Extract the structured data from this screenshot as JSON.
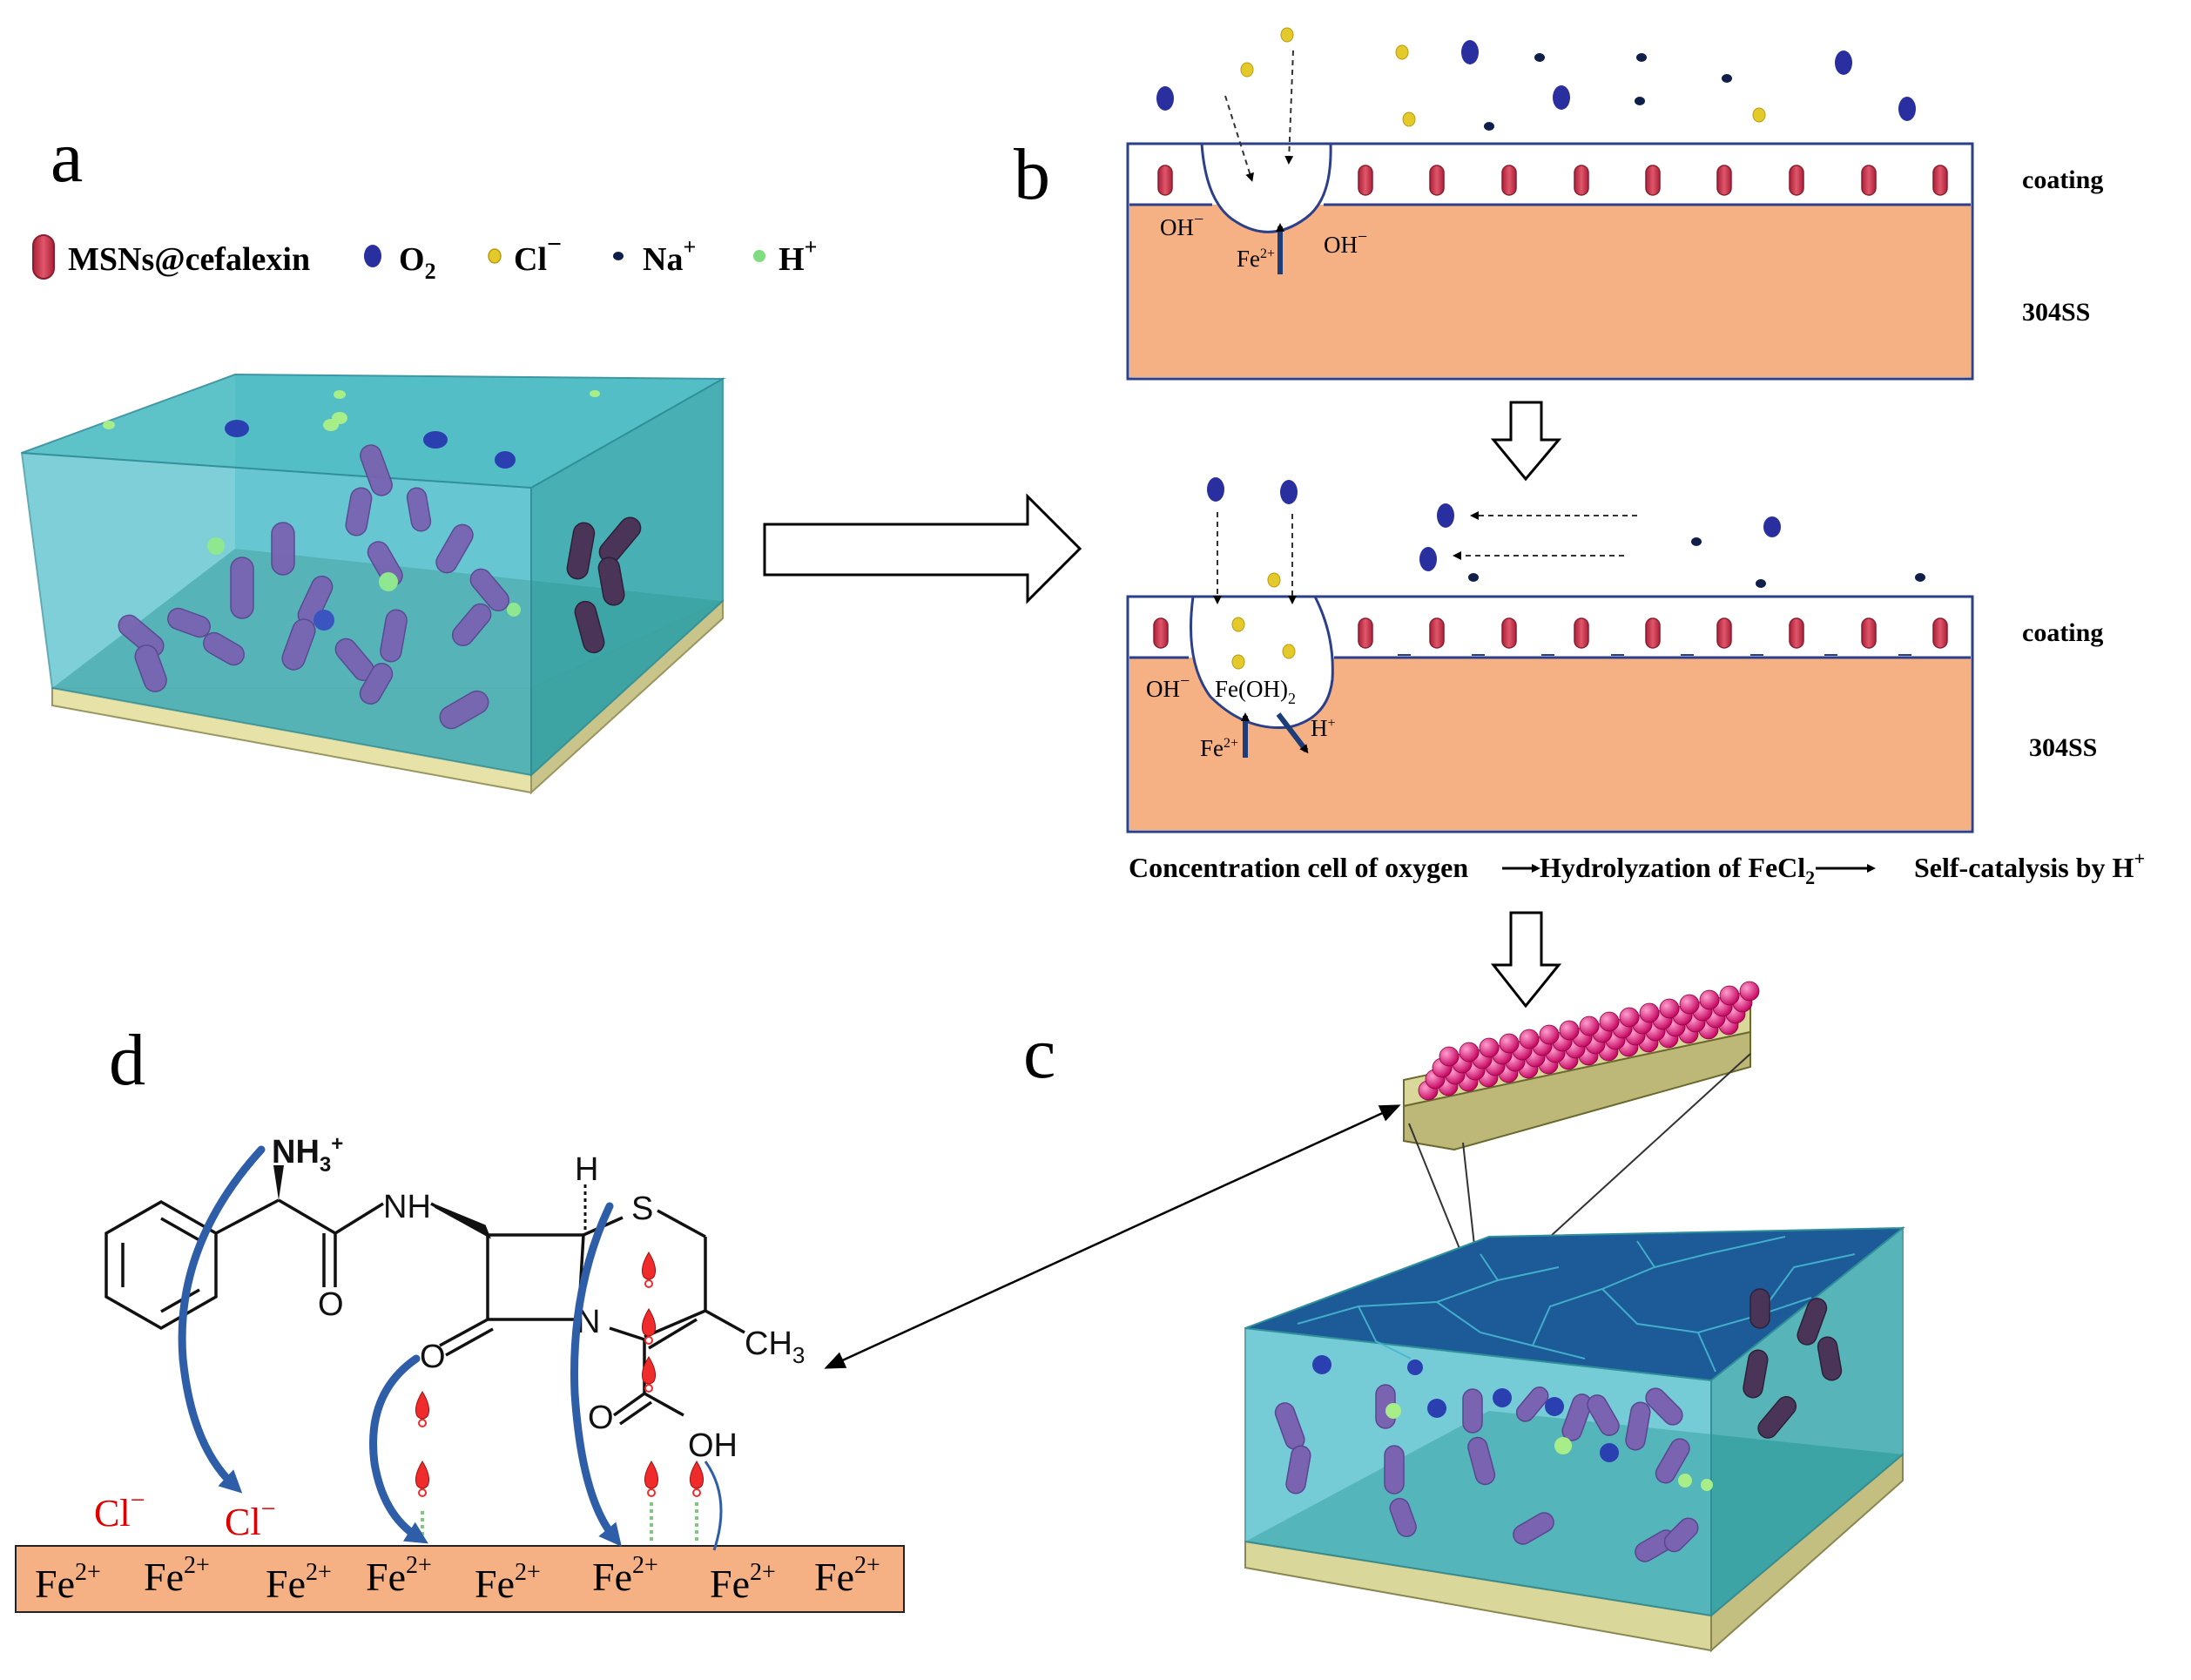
{
  "panels": {
    "a": "a",
    "b": "b",
    "c": "c",
    "d": "d"
  },
  "legend": {
    "msns": "MSNs@cefalexin",
    "o2": "O",
    "o2_sub": "2",
    "cl": "Cl",
    "cl_sup": "−",
    "na": "Na",
    "na_sup": "+",
    "h": "H",
    "h_sup": "+"
  },
  "panel_b": {
    "coating_top": "coating",
    "substrate_top": "304SS",
    "oh_left_top": "OH",
    "oh_right_top": "OH",
    "fe_top": "Fe",
    "fe_top_sup": "2+",
    "coating_bottom": "coating",
    "substrate_bottom": "304SS",
    "oh_left_bottom": "OH",
    "feoh": "Fe(OH)",
    "feoh_sub": "2",
    "fe_bottom": "Fe",
    "fe_bottom_sup": "2+",
    "h_bottom": "H",
    "h_bottom_sup": "+",
    "caption_1": "Concentration cell of oxygen",
    "caption_2": "Hydrolyzation of FeCl",
    "caption_2_sub": "2",
    "caption_3": "Self-catalysis by H",
    "caption_3_sup": "+"
  },
  "panel_d": {
    "nh3": "NH",
    "nh3_sub": "3",
    "nh3_sup": "+",
    "nh": "NH",
    "h": "H",
    "s": "S",
    "o_amide": "O",
    "o_lactam": "O",
    "n": "N",
    "ch3": "CH",
    "ch3_sub": "3",
    "o_acid": "O",
    "oh": "OH",
    "cl_1": "Cl",
    "cl_1_sup": "−",
    "cl_2": "Cl",
    "cl_2_sup": "−",
    "fe_ions": [
      "Fe",
      "Fe",
      "Fe",
      "Fe",
      "Fe",
      "Fe",
      "Fe",
      "Fe"
    ],
    "fe_sup": "2+"
  },
  "colors": {
    "msn": "#c8384f",
    "o2": "#2a2fa0",
    "cl": "#e3c92a",
    "na": "#0f1f4a",
    "h": "#7fdc7f",
    "substrate": "#f5b183",
    "water": "#5cc7d4",
    "capsule": "#7a63b0"
  }
}
